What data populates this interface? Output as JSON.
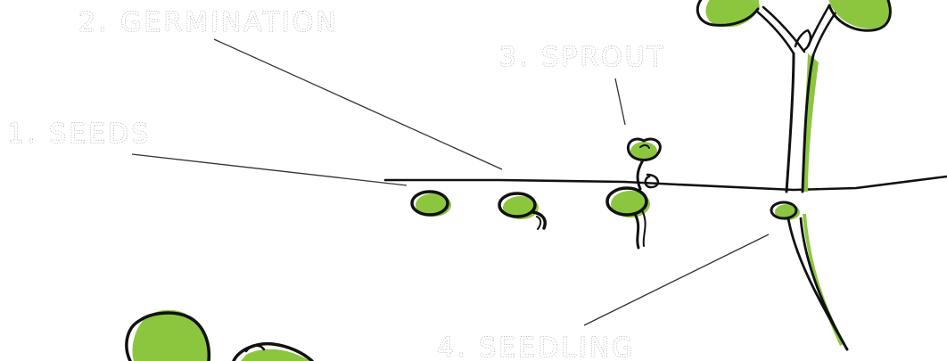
{
  "labels": {
    "seeds": "1. SEEDS",
    "germination": "2. GERMINATION",
    "sprout": "3. SPROUT",
    "seedling": "4. SEEDLING"
  },
  "colors": {
    "leaf_green": "#8cc63f",
    "outline": "#111111",
    "label_stroke": "#9a9a9a",
    "leader_line": "#333333",
    "background": "#ffffff"
  }
}
